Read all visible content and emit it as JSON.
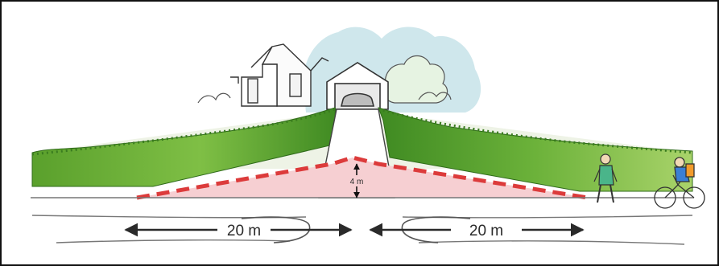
{
  "diagram": {
    "distance_left": "20 m",
    "distance_right": "20 m",
    "setback_height": "4 m"
  },
  "colors": {
    "sky": "#cfe7ec",
    "hedge_dark": "#4f9a2a",
    "hedge_light": "#9ccc5a",
    "visibility_zone": "#f6cfd2",
    "dashed_line": "#dc3b3b",
    "border": "#111111"
  }
}
